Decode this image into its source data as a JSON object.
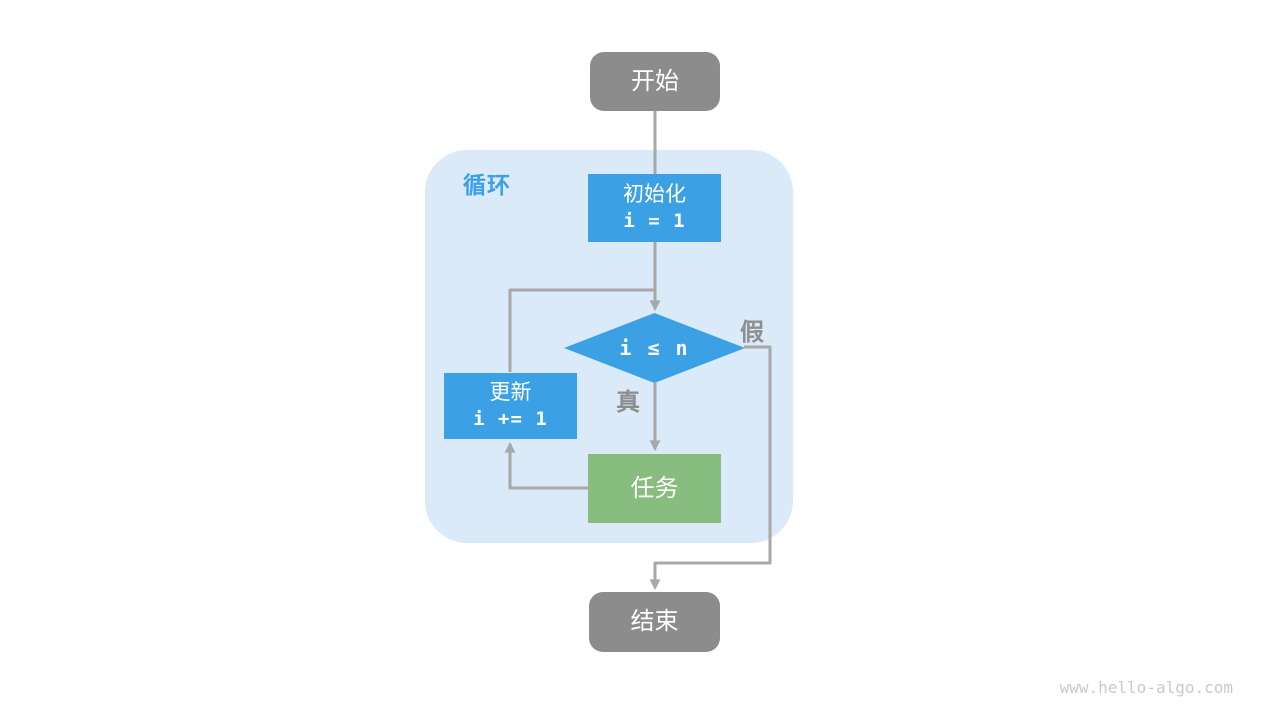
{
  "diagram": {
    "type": "flowchart",
    "loop_label": "循环",
    "nodes": {
      "start": {
        "label": "开始"
      },
      "init": {
        "title": "初始化",
        "code": "i = 1"
      },
      "condition": {
        "label": "i ≤ n"
      },
      "update": {
        "title": "更新",
        "code": "i += 1"
      },
      "task": {
        "label": "任务"
      },
      "end": {
        "label": "结束"
      }
    },
    "edge_labels": {
      "true_branch": "真",
      "false_branch": "假"
    },
    "edges": [
      "start -> init",
      "init -> condition",
      "condition -(真)-> task",
      "task -> update",
      "update -> condition",
      "condition -(假)-> end"
    ],
    "colors": {
      "node_blue": "#3CA1E4",
      "node_green": "#87BD7E",
      "node_gray": "#8C8C8C",
      "container_blue": "#DAEAF8",
      "edge_gray": "#A8A8A8",
      "label_gray": "#8E8E8E",
      "loop_label_blue": "#3CA1E4",
      "watermark_gray": "#C9C9C9"
    },
    "watermark": "www.hello-algo.com"
  }
}
